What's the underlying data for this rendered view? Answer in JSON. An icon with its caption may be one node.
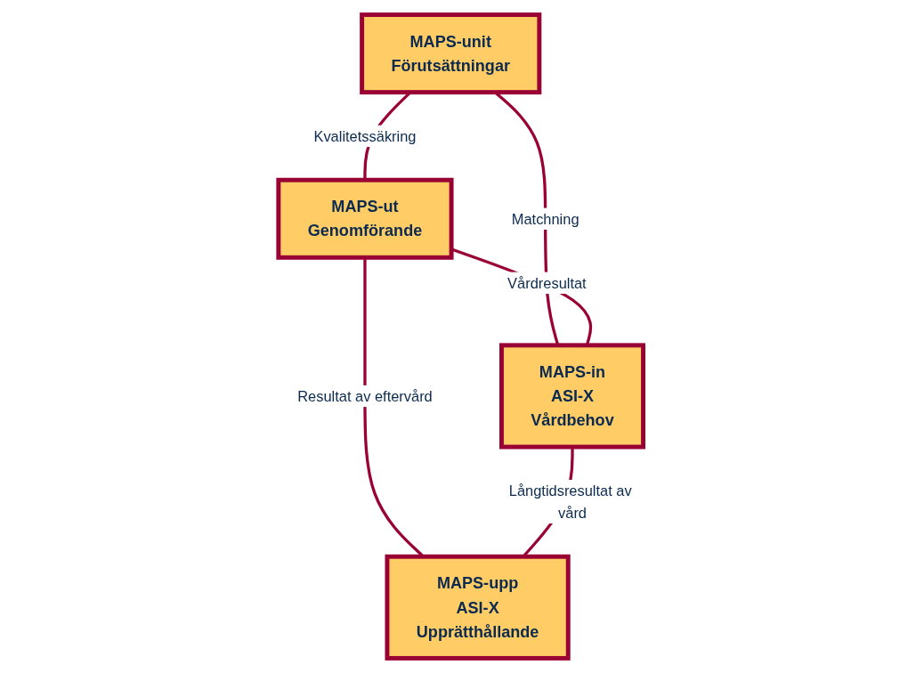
{
  "diagram": {
    "nodes": [
      {
        "text": [
          "MAPS-unit",
          "Förutsättningar"
        ]
      },
      {
        "text": [
          "MAPS-ut",
          "Genomförande"
        ]
      },
      {
        "text": [
          "MAPS-in",
          "ASI-X",
          "Vårdbehov"
        ]
      },
      {
        "text": [
          "MAPS-upp",
          "ASI-X",
          "Upprätthållande"
        ]
      }
    ],
    "edges": [
      {
        "from": 0,
        "to": 1,
        "arrow": "none",
        "label": "Kvalitetssäkring"
      },
      {
        "from": 0,
        "to": 2,
        "arrow": "none",
        "label": "Matchning"
      },
      {
        "from": 1,
        "to": 2,
        "arrow": "none",
        "label": "Vårdresultat"
      },
      {
        "from": 1,
        "to": 3,
        "arrow": "none",
        "label": "Resultat av eftervård"
      },
      {
        "from": 2,
        "to": 3,
        "arrow": "none",
        "label": "Långtidsresultat av vård"
      }
    ]
  }
}
